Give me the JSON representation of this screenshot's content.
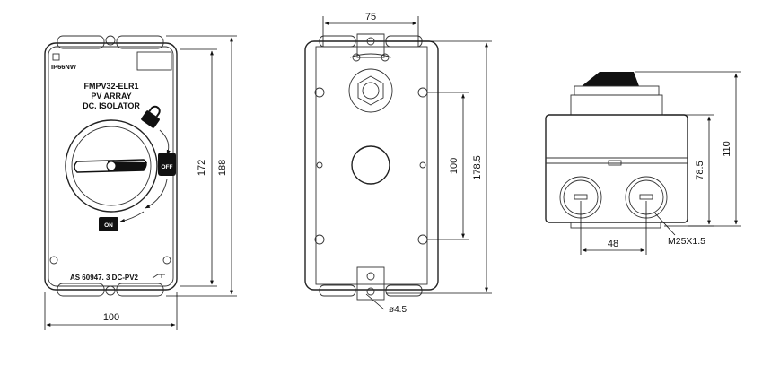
{
  "front_view": {
    "ip_rating": "IP66NW",
    "model": "FMPV32-ELR1",
    "line2": "PV ARRAY",
    "line3": "DC. ISOLATOR",
    "off_label": "OFF",
    "on_label": "ON",
    "standard": "AS 60947. 3 DC-PV2",
    "dim_width": "100",
    "dim_height_inner": "172",
    "dim_height_outer": "188"
  },
  "back_view": {
    "dim_top": "75",
    "dim_holes_vertical": "100",
    "dim_total_vertical": "178.5",
    "hole_diameter": "ø4.5"
  },
  "side_view": {
    "dim_gland_spacing": "48",
    "dim_gland_height": "78.5",
    "dim_total_height": "110",
    "gland_size": "M25X1.5"
  }
}
